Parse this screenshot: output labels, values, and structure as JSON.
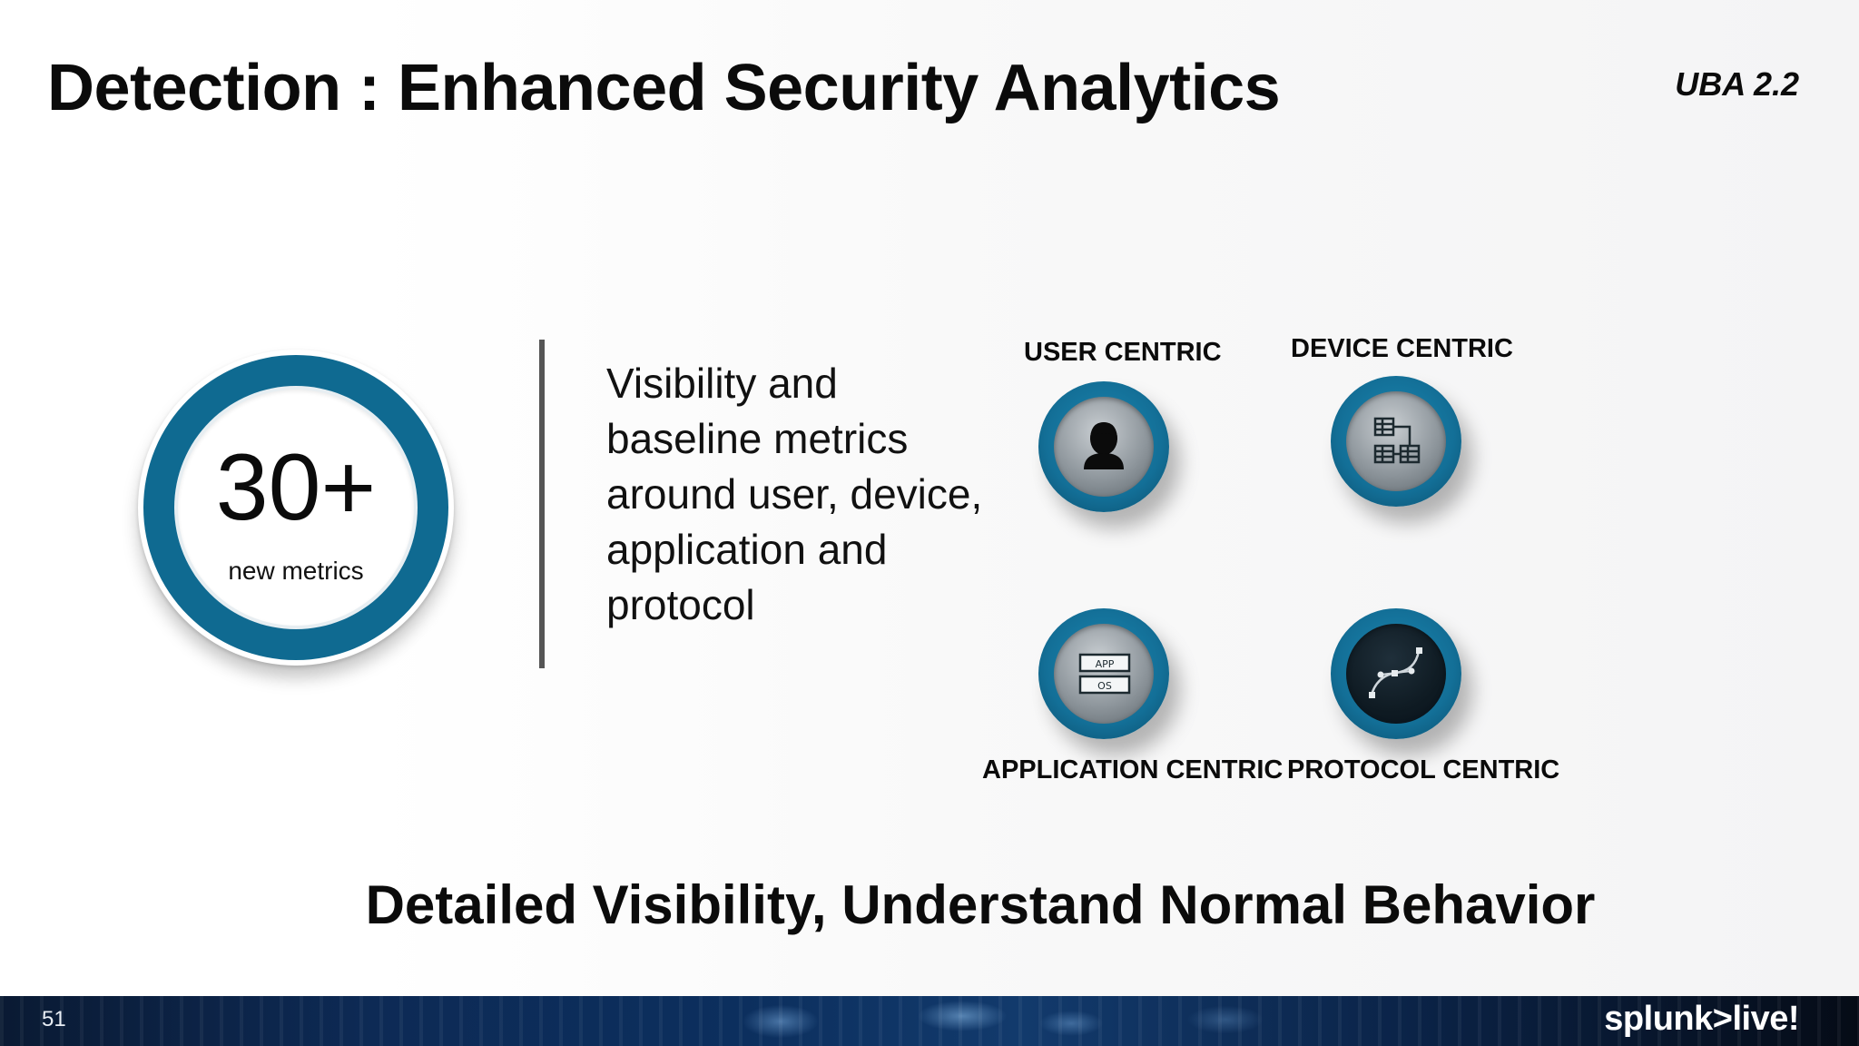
{
  "title": "Detection :  Enhanced Security Analytics",
  "version": "UBA 2.2",
  "metric": {
    "value": "30+",
    "label": "new metrics"
  },
  "description": "Visibility and baseline metrics around user, device, application and protocol",
  "categories": [
    {
      "label": "USER CENTRIC",
      "icon": "user-icon"
    },
    {
      "label": "DEVICE CENTRIC",
      "icon": "network-devices-icon"
    },
    {
      "label": "APPLICATION CENTRIC",
      "icon": "application-os-icon"
    },
    {
      "label": "PROTOCOL CENTRIC",
      "icon": "protocol-path-icon"
    }
  ],
  "subtitle": "Detailed Visibility, Understand Normal Behavior",
  "icon_text": {
    "app": "APP",
    "os": "OS"
  },
  "footer": {
    "page_number": "51",
    "brand": "splunk>live!"
  },
  "colors": {
    "ring_blue": "#0f6a91",
    "footer_blue": "#0c2f5e"
  }
}
